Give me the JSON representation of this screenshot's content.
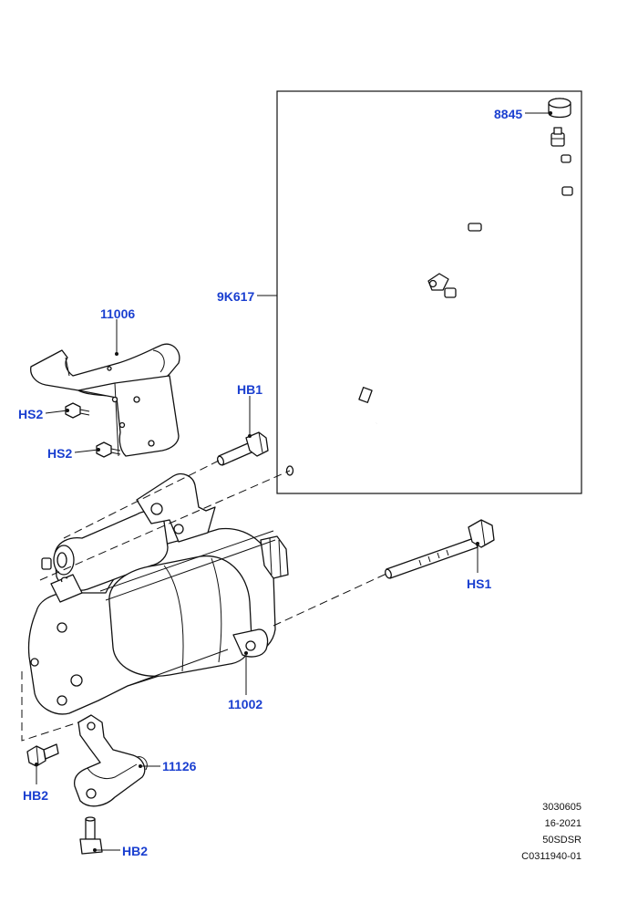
{
  "callouts": {
    "p8845": "8845",
    "p9k617": "9K617",
    "p11006": "11006",
    "hb1": "HB1",
    "hs2_top": "HS2",
    "hs2_bottom": "HS2",
    "hs1": "HS1",
    "p11002": "11002",
    "p11126": "11126",
    "hb2_top": "HB2",
    "hb2_bottom": "HB2"
  },
  "reference": {
    "line1": "3030605",
    "line2": "16-2021",
    "line3": "50SDSR",
    "line4": "C0311940-01"
  },
  "colors": {
    "callout": "#1a3fd0",
    "line": "#111111"
  }
}
